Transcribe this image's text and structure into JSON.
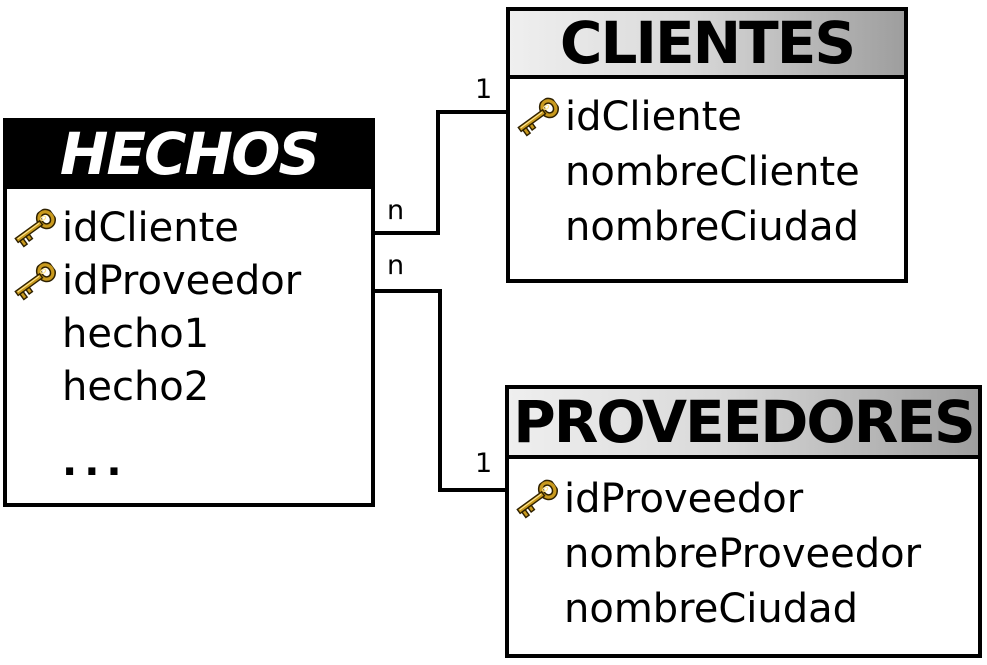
{
  "diagram": {
    "kind": "star-schema-er-diagram",
    "tables": {
      "hechos": {
        "title": "HECHOS",
        "rows": [
          {
            "label": "idCliente",
            "icon": "key-icon"
          },
          {
            "label": "idProveedor",
            "icon": "key-icon"
          },
          {
            "label": "hecho1",
            "icon": ""
          },
          {
            "label": "hecho2",
            "icon": ""
          },
          {
            "label": "...",
            "icon": ""
          }
        ]
      },
      "clientes": {
        "title": "CLIENTES",
        "rows": [
          {
            "label": "idCliente",
            "icon": "key-icon"
          },
          {
            "label": "nombreCliente",
            "icon": ""
          },
          {
            "label": "nombreCiudad",
            "icon": ""
          }
        ]
      },
      "proveedores": {
        "title": "PROVEEDORES",
        "rows": [
          {
            "label": "idProveedor",
            "icon": "key-icon"
          },
          {
            "label": "nombreProveedor",
            "icon": ""
          },
          {
            "label": "nombreCiudad",
            "icon": ""
          }
        ]
      }
    },
    "relations": [
      {
        "from_table": "HECHOS",
        "from_field": "idCliente",
        "to_table": "CLIENTES",
        "to_field": "idCliente",
        "from_card": "n",
        "to_card": "1"
      },
      {
        "from_table": "HECHOS",
        "from_field": "idProveedor",
        "to_table": "PROVEEDORES",
        "to_field": "idProveedor",
        "from_card": "n",
        "to_card": "1"
      }
    ],
    "colors": {
      "background": "#ffffff",
      "border": "#000000",
      "hechos_header_bg": "#000000",
      "hechos_header_text": "#ffffff",
      "dim_header_gradient_start": "#efefef",
      "dim_header_gradient_end": "#9e9e9e",
      "line": "#000000",
      "key_gold": "#c99a1e",
      "key_outline": "#2e2000"
    }
  }
}
